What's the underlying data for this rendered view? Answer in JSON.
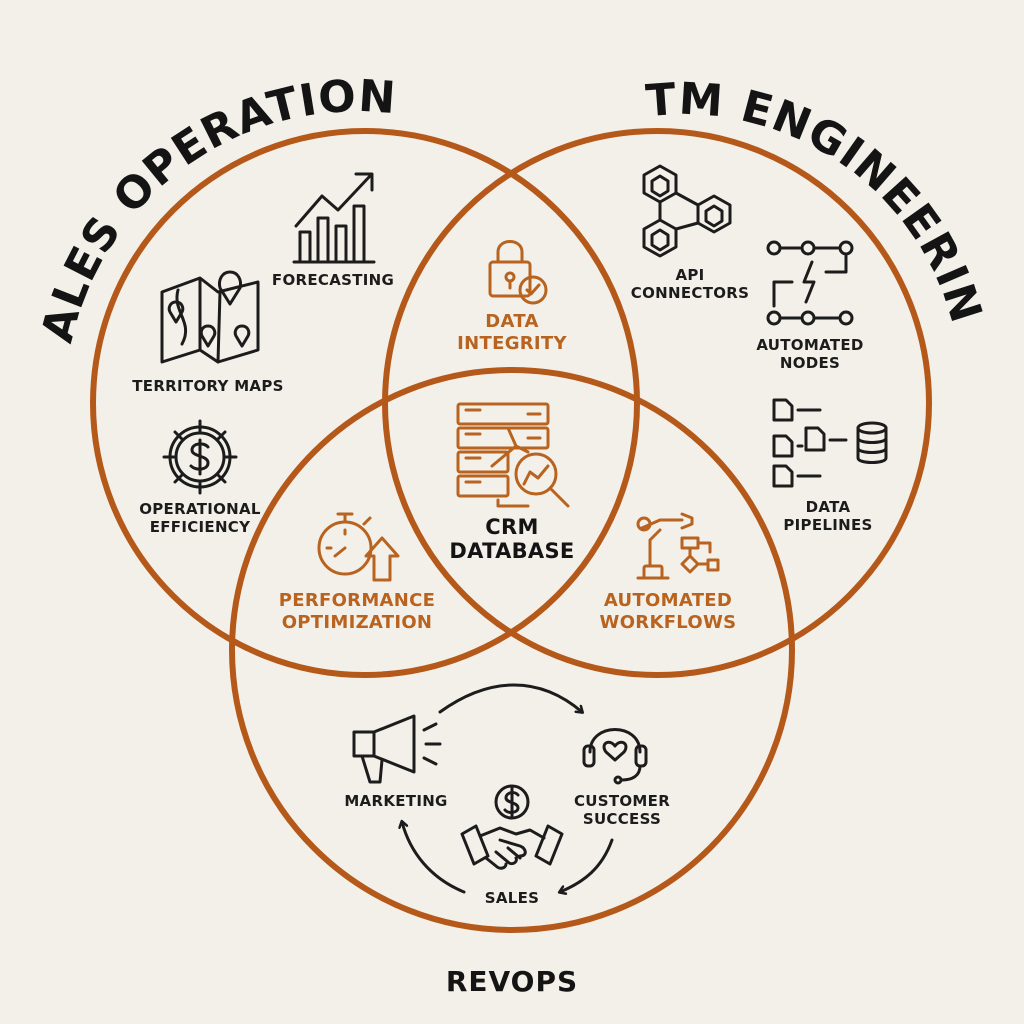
{
  "titles": {
    "sales_operations": "SALES OPERATIONS",
    "gtm_engineering": "GTM ENGINEERING",
    "revops": "REVOPS"
  },
  "sales_ops": {
    "forecasting": "FORECASTING",
    "territory_maps": "TERRITORY MAPS",
    "operational_efficiency": "OPERATIONAL\nEFFICIENCY"
  },
  "gtm": {
    "api_connectors": "API\nCONNECTORS",
    "automated_nodes": "AUTOMATED\nNODES",
    "data_pipelines": "DATA\nPIPELINES"
  },
  "overlaps": {
    "data_integrity": "DATA\nINTEGRITY",
    "performance_optimization": "PERFORMANCE\nOPTIMIZATION",
    "automated_workflows": "AUTOMATED\nWORKFLOWS",
    "crm_database": "CRM\nDATABASE"
  },
  "revops_cycle": {
    "marketing": "MARKETING",
    "customer_success": "CUSTOMER\nSUCCESS",
    "sales": "SALES"
  },
  "colors": {
    "ring": "#b5591b",
    "accent_text": "#b8631f",
    "ink": "#1c1c1c",
    "background": "#f2f0e9"
  },
  "icons": [
    "trend-chart-icon",
    "map-pins-icon",
    "gear-dollar-icon",
    "api-connector-icon",
    "automated-nodes-icon",
    "data-pipeline-icon",
    "padlock-check-icon",
    "crm-server-icon",
    "stopwatch-arrow-icon",
    "robot-arm-icon",
    "megaphone-icon",
    "headset-heart-icon",
    "dollar-coin-icon",
    "handshake-icon"
  ]
}
